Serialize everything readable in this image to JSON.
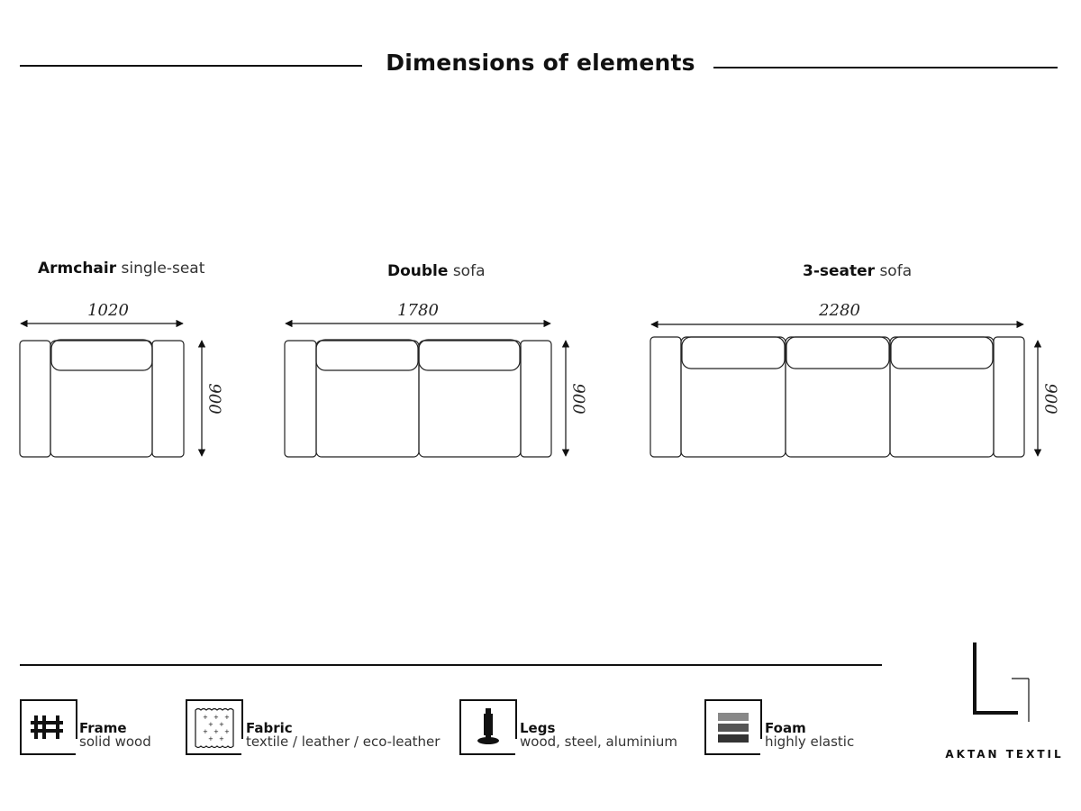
{
  "header": {
    "title": "Dimensions of elements"
  },
  "elements": [
    {
      "name_bold": "Armchair",
      "name_light": "single-seat",
      "width": "1020",
      "depth": "900"
    },
    {
      "name_bold": "Double",
      "name_light": "sofa",
      "width": "1780",
      "depth": "900"
    },
    {
      "name_bold": "3-seater",
      "name_light": "sofa",
      "width": "2280",
      "depth": "900"
    }
  ],
  "legend": [
    {
      "name": "Frame",
      "desc": "solid wood",
      "icon": "frame-icon"
    },
    {
      "name": "Fabric",
      "desc": "textile / leather / eco-leather",
      "icon": "fabric-icon"
    },
    {
      "name": "Legs",
      "desc": "wood, steel, aluminium",
      "icon": "leg-icon"
    },
    {
      "name": "Foam",
      "desc": "highly elastic",
      "icon": "foam-icon"
    }
  ],
  "brand": {
    "name": "AKTAN TEXTIL",
    "logo_icon": "aktan-logo-icon"
  },
  "colors": {
    "line": "#111111",
    "foam_dark": "#333333",
    "foam_mid": "#555555",
    "foam_light": "#888888"
  }
}
